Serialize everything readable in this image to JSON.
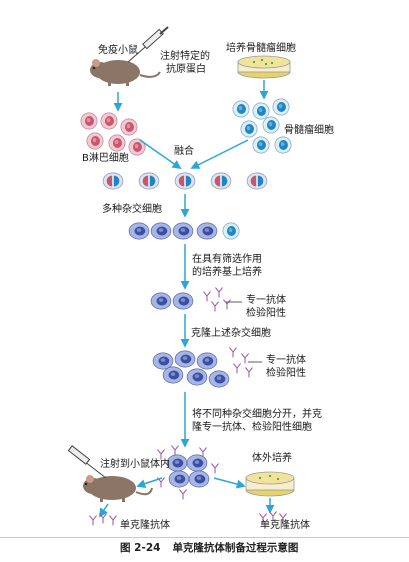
{
  "colors": {
    "arrow": "#2aa7d8",
    "b_cell_fill": "#f6c9d2",
    "b_cell_nucleus": "#c9556e",
    "myeloma_fill": "#dceff8",
    "myeloma_nucleus": "#1f86c2",
    "hybrid_fill": "#a6b6e6",
    "hybrid_nucleus": "#3d4fa0",
    "antibody": "#a24c9e"
  },
  "labels": {
    "immunized_mouse": "免疫小鼠",
    "inject_antigen_1": "注射特定的",
    "inject_antigen_2": "抗原蛋白",
    "cultured_myeloma": "培养骨髓瘤细胞",
    "b_lymphocytes": "B淋巴细胞",
    "myeloma_cells": "骨髓瘤细胞",
    "fusion": "融合",
    "hybrid_cells": "多种杂交细胞",
    "selective_1": "在具有筛选作用",
    "selective_2": "的培养基上培养",
    "specific_ab_1": "专一抗体",
    "test_positive_1": "检验阳性",
    "clone_hybrid": "克隆上述杂交细胞",
    "specific_ab_2": "专一抗体",
    "test_positive_2": "检验阳性",
    "separate_1": "将不同种杂交细胞分开，并克",
    "separate_2": "隆专一抗体、检验阳性细胞",
    "inject_mouse": "注射到小鼠体内",
    "in_vitro": "体外培养",
    "mab_left": "单克隆抗体",
    "mab_right": "单克隆抗体"
  },
  "caption": {
    "number": "图 2-24",
    "title": "单克隆抗体制备过程示意图"
  }
}
